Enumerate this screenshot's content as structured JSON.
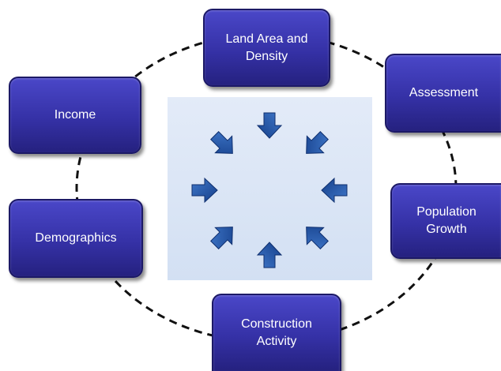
{
  "colors": {
    "node_fill": "#3633a9",
    "node_border": "#1c1966",
    "node_text": "#ffffff",
    "ring_stroke": "#111111",
    "panel_fill": "#dbe5f5",
    "arrow_fill": "#1f4f9e"
  },
  "center": {
    "image": "eight-arrows-pointing-inward-icon"
  },
  "nodes": {
    "land_area": {
      "label": "Land Area and\nDensity"
    },
    "assessment": {
      "label": "Assessment"
    },
    "population": {
      "label": "Population\nGrowth"
    },
    "construction": {
      "label": "Construction\nActivity"
    },
    "demographics": {
      "label": "Demographics"
    },
    "income": {
      "label": "Income"
    }
  }
}
